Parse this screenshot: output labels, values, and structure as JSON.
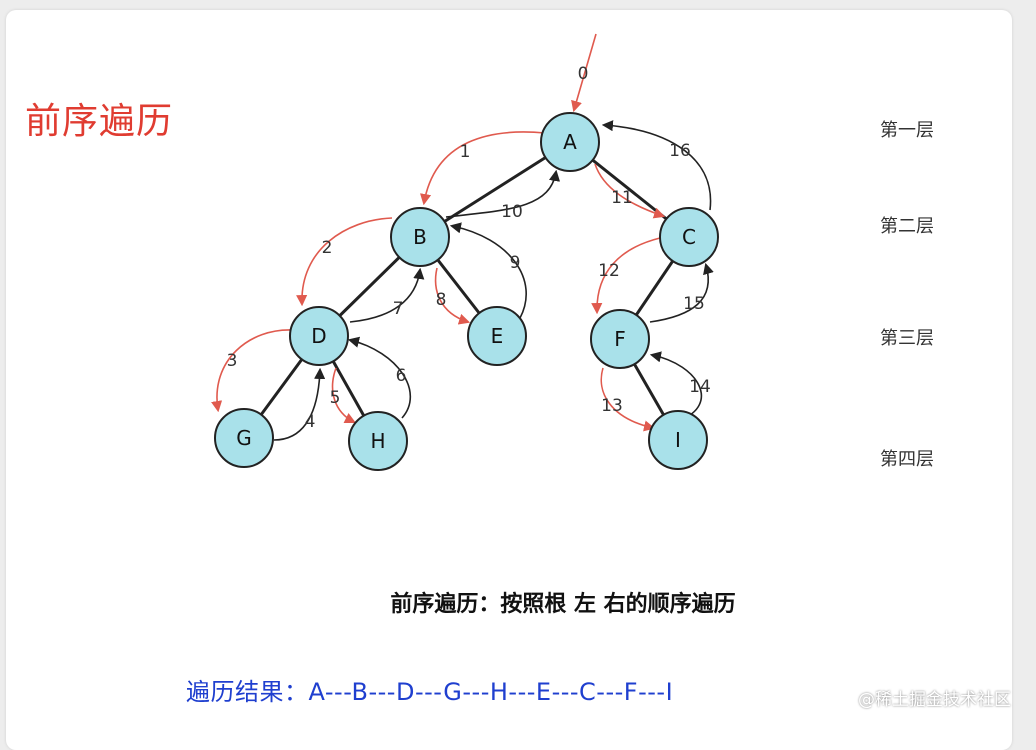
{
  "title": "前序遍历",
  "levels": [
    "第一层",
    "第二层",
    "第三层",
    "第四层"
  ],
  "description": "前序遍历：按照根 左 右的顺序遍历",
  "result": "遍历结果：A---B---D---G---H---E---C---F---I",
  "watermark": "@稀土掘金技术社区",
  "colors": {
    "node_fill": "#a9e1ea",
    "descend_arrow": "#e05a4e",
    "ascend_arrow": "#222222",
    "title": "#e03c31",
    "result": "#1f3fcf"
  },
  "nodes": [
    "A",
    "B",
    "C",
    "D",
    "E",
    "F",
    "G",
    "H",
    "I"
  ],
  "edges": [
    [
      "A",
      "B"
    ],
    [
      "A",
      "C"
    ],
    [
      "B",
      "D"
    ],
    [
      "B",
      "E"
    ],
    [
      "C",
      "F"
    ],
    [
      "D",
      "G"
    ],
    [
      "D",
      "H"
    ],
    [
      "F",
      "I"
    ]
  ],
  "steps": [
    {
      "n": "0",
      "from": "",
      "to": "A",
      "kind": "descend"
    },
    {
      "n": "1",
      "from": "A",
      "to": "B",
      "kind": "descend"
    },
    {
      "n": "2",
      "from": "B",
      "to": "D",
      "kind": "descend"
    },
    {
      "n": "3",
      "from": "D",
      "to": "G",
      "kind": "descend"
    },
    {
      "n": "4",
      "from": "G",
      "to": "D",
      "kind": "ascend"
    },
    {
      "n": "5",
      "from": "D",
      "to": "H",
      "kind": "descend"
    },
    {
      "n": "6",
      "from": "H",
      "to": "D",
      "kind": "ascend"
    },
    {
      "n": "7",
      "from": "D",
      "to": "B",
      "kind": "ascend"
    },
    {
      "n": "8",
      "from": "B",
      "to": "E",
      "kind": "descend"
    },
    {
      "n": "9",
      "from": "E",
      "to": "B",
      "kind": "ascend"
    },
    {
      "n": "10",
      "from": "B",
      "to": "A",
      "kind": "ascend"
    },
    {
      "n": "11",
      "from": "A",
      "to": "C",
      "kind": "descend"
    },
    {
      "n": "12",
      "from": "C",
      "to": "F",
      "kind": "descend"
    },
    {
      "n": "13",
      "from": "F",
      "to": "I",
      "kind": "descend"
    },
    {
      "n": "14",
      "from": "I",
      "to": "F",
      "kind": "ascend"
    },
    {
      "n": "15",
      "from": "F",
      "to": "C",
      "kind": "ascend"
    },
    {
      "n": "16",
      "from": "C",
      "to": "A",
      "kind": "ascend"
    }
  ]
}
